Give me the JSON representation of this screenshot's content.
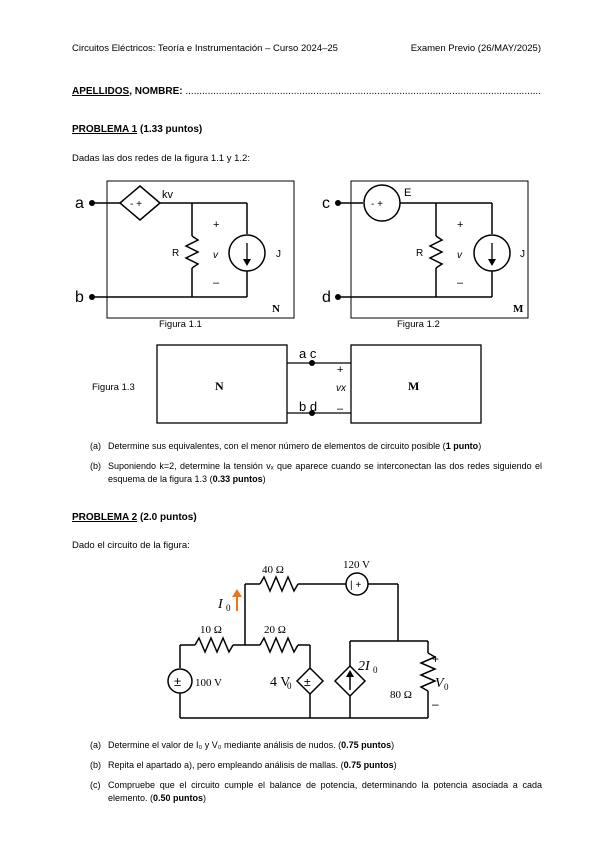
{
  "header": {
    "left": "Circuitos Eléctricos: Teoría e Instrumentación – Curso 2024–25",
    "right": "Examen Previo (26/MAY/2025)"
  },
  "name_field": {
    "label": "APELLIDOS",
    "label2": ", NOMBRE:",
    "dots": "........................................................................................................................................"
  },
  "problem1": {
    "title": "PROBLEMA 1",
    "points": "(1.33 puntos)",
    "intro": "Dadas las dos redes de la figura 1.1 y 1.2:",
    "fig11": {
      "caption": "Figura 1.1",
      "node_a": "a",
      "node_b": "b",
      "src_label": "kv",
      "src_sign": "- +",
      "R": "R",
      "v": "v",
      "J": "J",
      "plus": "+",
      "minus": "–",
      "net": "N"
    },
    "fig12": {
      "caption": "Figura 1.2",
      "node_c": "c",
      "node_d": "d",
      "src_label": "E",
      "src_sign": "- +",
      "R": "R",
      "v": "v",
      "J": "J",
      "plus": "+",
      "minus": "–",
      "net": "M"
    },
    "fig13": {
      "caption": "Figura 1.3",
      "left_net": "N",
      "right_net": "M",
      "top_nodes": "a c",
      "bottom_nodes": "b d",
      "vx": "vx",
      "plus": "+",
      "minus": "–"
    },
    "items": [
      {
        "label": "(a)",
        "text": "Determine sus equivalentes, con el menor número de elementos de circuito posible (",
        "bold": "1 punto",
        "tail": ")"
      },
      {
        "label": "(b)",
        "text": "Suponiendo k=2, determine la tensión vₓ que aparece cuando se interconectan las dos redes siguiendo el esquema de la figura 1.3 (",
        "bold": "0.33 puntos",
        "tail": ")"
      }
    ]
  },
  "problem2": {
    "title": "PROBLEMA 2",
    "points": "(2.0 puntos)",
    "intro": "Dado el circuito de la figura:",
    "circuit": {
      "r40": "40 Ω",
      "v120": "120 V",
      "r10": "10 Ω",
      "r20": "20 Ω",
      "v100": "100 V",
      "dep_v": "4 V",
      "dep_v_sub": "0",
      "dep_i": "2I",
      "dep_i_sub": "0",
      "r80": "80 Ω",
      "I0": "I",
      "I0_sub": "0",
      "V0": "V",
      "V0_sub": "0",
      "plus": "+",
      "minus": "–",
      "pm": "±",
      "ipm": "| +"
    },
    "items": [
      {
        "label": "(a)",
        "text": "Determine el valor de I₀ y V₀ mediante análisis de nudos. (",
        "bold": "0.75 puntos",
        "tail": ")"
      },
      {
        "label": "(b)",
        "text": "Repita el apartado a), pero empleando análisis de mallas. (",
        "bold": "0.75 puntos",
        "tail": ")"
      },
      {
        "label": "(c)",
        "text": "Compruebe que el circuito cumple el balance de potencia, determinando la potencia asociada a cada elemento. (",
        "bold": "0.50 puntos",
        "tail": ")"
      }
    ]
  }
}
